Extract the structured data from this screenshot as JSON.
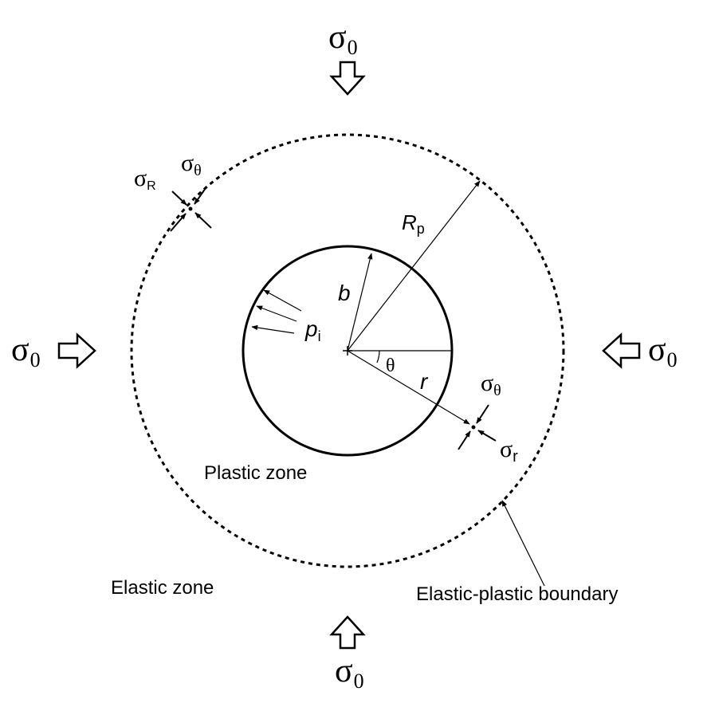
{
  "labels": {
    "sigma_symbol": "σ",
    "sigma_zero_sub": "0",
    "theta_sub": "θ",
    "r_sub_plastic": "r",
    "r_sub_elastic": "R",
    "radius_outer_letter": "R",
    "radius_outer_sub": "p",
    "radius_inner": "b",
    "radius_point": "r",
    "angle": "θ",
    "internal_pressure_letter": "p",
    "internal_pressure_sub": "i",
    "plastic_zone": "Plastic zone",
    "elastic_zone": "Elastic zone",
    "boundary": "Elastic-plastic boundary"
  },
  "colors": {
    "ink": "#000000",
    "background": "#ffffff"
  }
}
